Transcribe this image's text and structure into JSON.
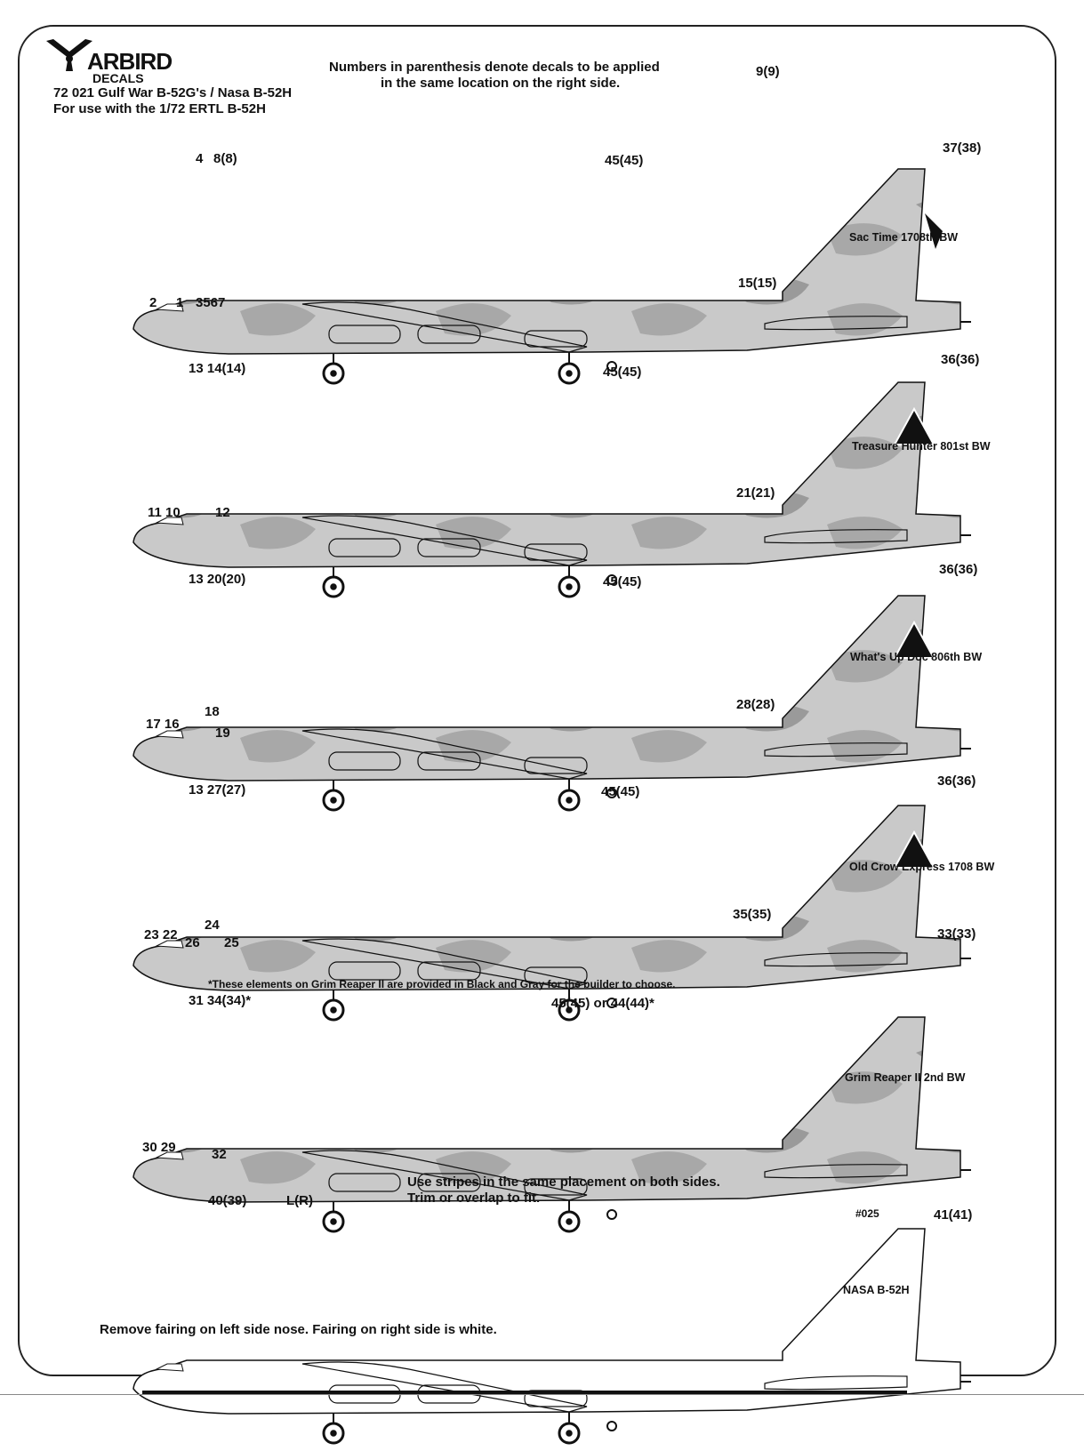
{
  "brand": {
    "logo_word": "ARBIRD",
    "logo_sub": "DECALS",
    "product_line": "72 021 Gulf War B-52G's / Nasa B-52H",
    "usage_line": "For use with the 1/72 ERTL B-52H"
  },
  "notes": {
    "right_side_1": "Numbers in parenthesis denote decals to be applied",
    "right_side_2": "in the same location on the right side.",
    "grim_reaper_options": "*These elements on Grim Reaper II are provided in Black and Gray for the builder to choose.",
    "stripes_1": "Use stripes in the same placement on both sides.",
    "stripes_2": "Trim or overlap to fit.",
    "fairing": "Remove fairing on left side nose.  Fairing on right side is white."
  },
  "aircraft": [
    {
      "caption": "Sac Time 1708th BW",
      "callouts": [
        "9(9)",
        "37(38)",
        "4",
        "8(8)",
        "45(45)",
        "2",
        "1",
        "3567"
      ]
    },
    {
      "caption": "Treasure Hunter 801st BW",
      "callouts": [
        "15(15)",
        "36(36)",
        "13 14(14)",
        "45(45)",
        "11 10",
        "12"
      ]
    },
    {
      "caption": "What's Up Doc 806th BW",
      "callouts": [
        "21(21)",
        "36(36)",
        "13 20(20)",
        "45(45)",
        "17 16",
        "18",
        "19"
      ]
    },
    {
      "caption": "Old Crow Express 1708 BW",
      "callouts": [
        "28(28)",
        "36(36)",
        "13 27(27)",
        "45(45)",
        "23 22",
        "26",
        "24",
        "25"
      ]
    },
    {
      "caption": "Grim Reaper II 2nd BW",
      "callouts": [
        "35(35)",
        "33(33)",
        "31 34(34)*",
        "45(45) or 44(44)*",
        "30 29",
        "32"
      ]
    },
    {
      "caption": "NASA B-52H",
      "callouts": [
        "40(39)",
        "L(R)",
        "41(41)"
      ],
      "tail_code": "#025"
    }
  ],
  "colors": {
    "camo_light": "#c9c9c9",
    "camo_dark": "#9a9a9a",
    "nasa_white": "#ffffff",
    "ink": "#111111"
  }
}
